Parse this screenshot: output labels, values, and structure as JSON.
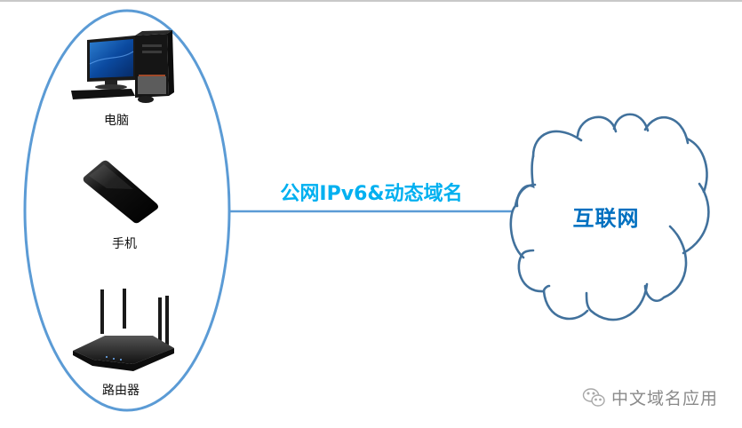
{
  "diagram": {
    "devices_group": {
      "devices": [
        {
          "id": "computer",
          "label": "电脑",
          "icon": "desktop-computer-icon"
        },
        {
          "id": "phone",
          "label": "手机",
          "icon": "smartphone-icon"
        },
        {
          "id": "router",
          "label": "路由器",
          "icon": "wifi-router-icon"
        }
      ]
    },
    "connection": {
      "label": "公网IPv6&动态域名"
    },
    "cloud": {
      "label": "互联网"
    }
  },
  "watermark": {
    "icon": "wechat-icon",
    "text": "中文域名应用"
  },
  "colors": {
    "ellipse_stroke": "#5b9bd5",
    "connector": "#5b9bd5",
    "connection_label": "#00b0f0",
    "cloud_stroke": "#41719c",
    "cloud_label": "#0070c0",
    "watermark": "#8a8a8a"
  }
}
